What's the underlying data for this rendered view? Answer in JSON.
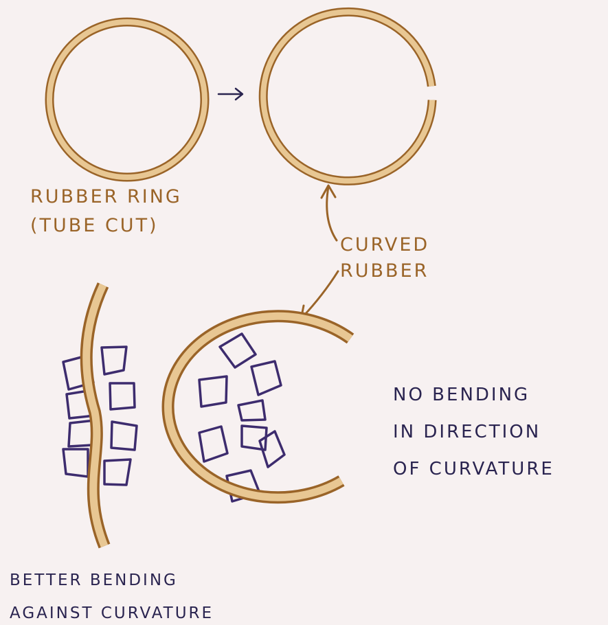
{
  "labels": {
    "ring_line1": "RUBBER RING",
    "ring_line2": "(TUBE CUT)",
    "curved_line1": "CURVED",
    "curved_line2": "RUBBER",
    "nobend_line1": "NO BENDING",
    "nobend_line2": "IN DIRECTION",
    "nobend_line3": "OF CURVATURE",
    "better_line1": "BETTER BENDING",
    "better_line2": "AGAINST CURVATURE",
    "arrow_glyph": "→"
  },
  "colors": {
    "rubber_outline": "#9a6428",
    "rubber_fill": "#e8c793",
    "block_outline": "#3d2c6e",
    "label_brown": "#9a6428",
    "label_navy": "#2a2450",
    "background": "#f7f1f1"
  }
}
